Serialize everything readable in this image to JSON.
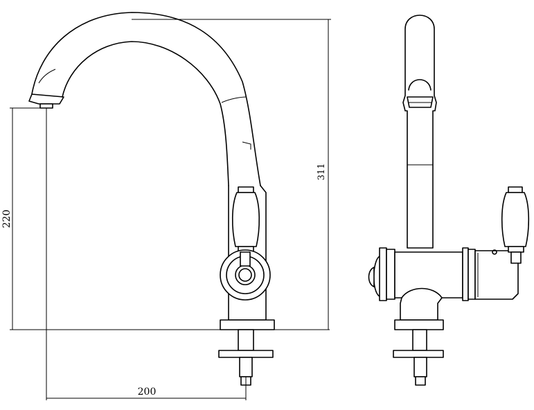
{
  "dimensions": {
    "spout_height": "220",
    "total_height": "311",
    "spout_reach": "200"
  },
  "colors": {
    "line": "#000000",
    "background": "#ffffff"
  }
}
